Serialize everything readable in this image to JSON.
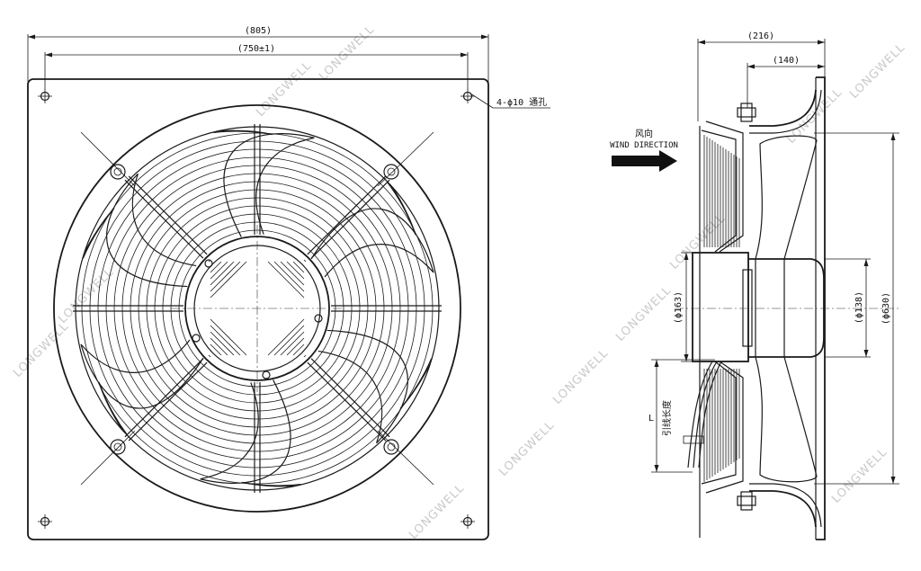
{
  "front_view": {
    "dim_overall_width": "(805)",
    "dim_hole_spacing": "(750±1)",
    "hole_note": "4-ϕ10 通孔"
  },
  "side_view": {
    "dim_depth_total": "(216)",
    "dim_depth_partial": "(140)",
    "dim_motor_dia": "(ϕ163)",
    "dim_hub_dia": "(ϕ138)",
    "dim_blade_dia": "(ϕ630)",
    "wind_label_cn": "风向",
    "wind_label_en": "WIND DIRECTION",
    "lead_symbol": "L",
    "lead_label_cn": "引线长度"
  },
  "watermark": {
    "text": "LONGWELL",
    "color": "#c9c9c9"
  },
  "colors": {
    "line": "#1a1a1a",
    "arrow": "#111111",
    "background": "#ffffff"
  }
}
